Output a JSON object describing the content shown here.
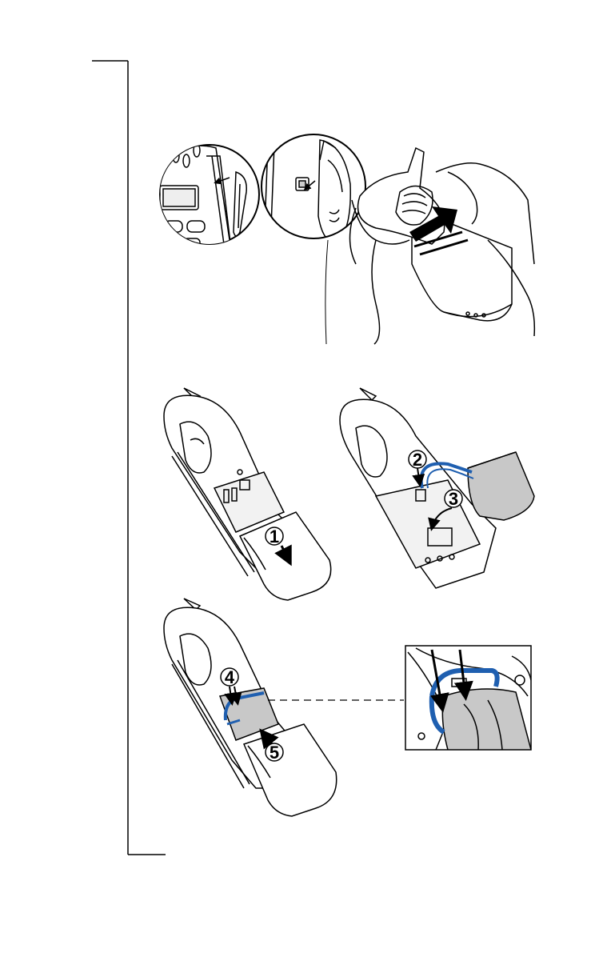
{
  "steps": {
    "step1": "1",
    "step2": "2",
    "step3": "3",
    "step4": "4",
    "step5": "5"
  },
  "colors": {
    "line": "#000000",
    "cable_blue": "#1f5fb0",
    "battery_grey": "#c8c8c8",
    "shade": "#d9d9d9"
  },
  "icons": {
    "step_marker": "numbered-circle-icon",
    "direction": "arrow-icon"
  }
}
